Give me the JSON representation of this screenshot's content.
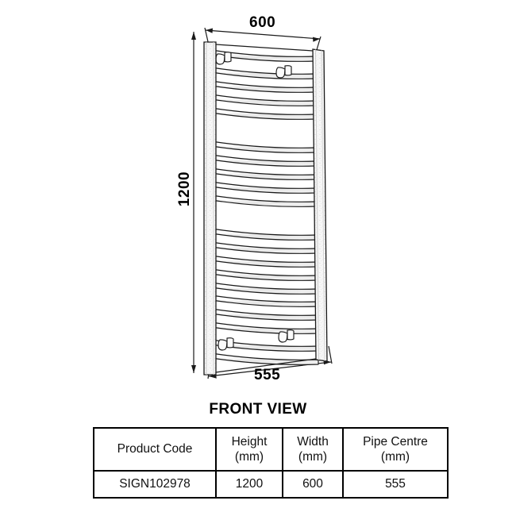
{
  "drawing": {
    "caption": "FRONT VIEW",
    "dimensions": {
      "width_top": "600",
      "height_left": "1200",
      "pipe_centre_bottom": "555"
    },
    "colors": {
      "line": "#1a1a1a",
      "fill": "#ffffff",
      "shade": "#f2f2f2"
    },
    "product_type": "ladder-towel-rail",
    "rail_count": 20,
    "hook_count": 4
  },
  "table": {
    "headers": [
      {
        "label": "Product Code",
        "unit": ""
      },
      {
        "label": "Height",
        "unit": "(mm)"
      },
      {
        "label": "Width",
        "unit": "(mm)"
      },
      {
        "label": "Pipe Centre",
        "unit": "(mm)"
      }
    ],
    "rows": [
      {
        "product_code": "SIGN102978",
        "height": "1200",
        "width": "600",
        "pipe_centre": "555"
      }
    ]
  }
}
